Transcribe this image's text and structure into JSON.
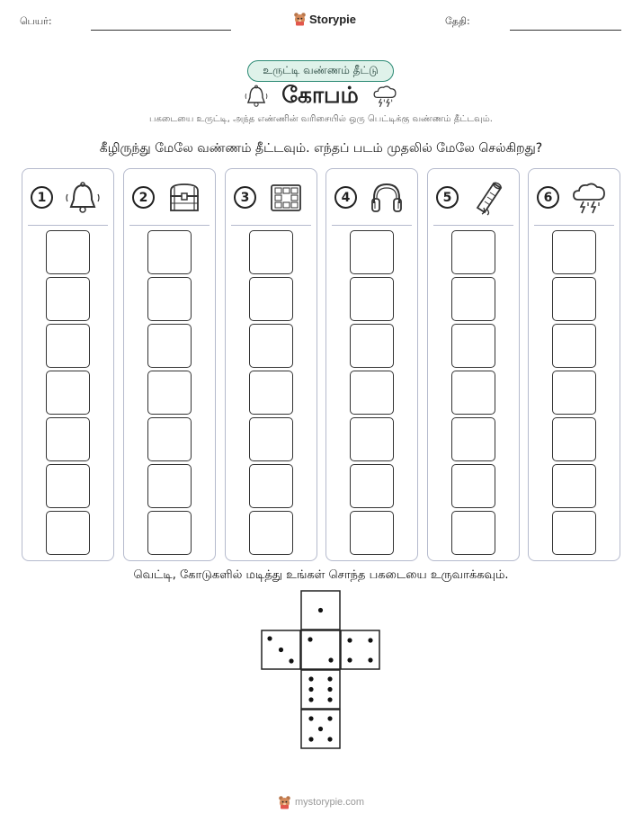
{
  "header": {
    "name_label": "பெயர்:",
    "brand": "Storypie",
    "date_label": "தேதி:"
  },
  "pill_label": "உருட்டி வண்ணம் தீட்டு",
  "title": "கோபம்",
  "subtitle": "பகடையை உருட்டி, அந்த எண்ணின் வரிசையில் ஒரு பெட்டிக்கு வண்ணம் தீட்டவும்.",
  "instruction": "கீழிருந்து மேலே வண்ணம் தீட்டவும். எந்தப் படம் முதலில் மேலே செல்கிறது?",
  "columns": [
    {
      "number": "1",
      "icon": "bell-icon"
    },
    {
      "number": "2",
      "icon": "treasure-chest-icon"
    },
    {
      "number": "3",
      "icon": "sliding-puzzle-icon"
    },
    {
      "number": "4",
      "icon": "headphones-icon"
    },
    {
      "number": "5",
      "icon": "scroll-icon"
    },
    {
      "number": "6",
      "icon": "storm-cloud-icon"
    }
  ],
  "boxes_per_column": 7,
  "cut_instruction": "வெட்டி, கோடுகளில் மடித்து உங்கள் சொந்த பகடையை உருவாக்கவும்.",
  "dice_faces": [
    1,
    2,
    3,
    4,
    5,
    6
  ],
  "footer": "mystorypie.com",
  "colors": {
    "pill_border": "#2b8a74",
    "pill_fill": "#dff2ea",
    "column_border": "#b5bacd"
  }
}
